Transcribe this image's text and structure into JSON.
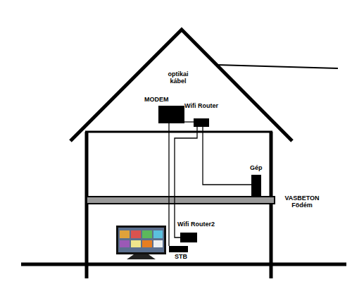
{
  "diagram": {
    "nodes": [
      {
        "text": [
          "MODEM"
        ]
      },
      {
        "text": [
          "Wifi Router"
        ]
      },
      {
        "text": [
          "Gép"
        ]
      },
      {
        "text": [
          "Wifi Router2"
        ]
      },
      {
        "text": [
          "STB"
        ]
      }
    ],
    "edges": [
      {
        "from": 0,
        "to": 1,
        "arrow": "none"
      },
      {
        "from": 1,
        "to": 2,
        "arrow": "none"
      },
      {
        "from": 0,
        "to": 4,
        "arrow": "none"
      },
      {
        "from": 1,
        "to": 3,
        "arrow": "none"
      }
    ],
    "labels": [
      "optikai kábel",
      "VASBETON Födém"
    ]
  }
}
